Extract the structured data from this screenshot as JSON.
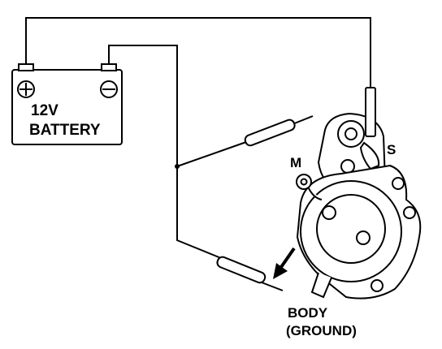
{
  "battery": {
    "label_line1": "12V",
    "label_line2": "BATTERY",
    "positive_symbol": "+",
    "negative_symbol": "−"
  },
  "starter": {
    "terminal_m_label": "M",
    "terminal_s_label": "S"
  },
  "ground": {
    "label_line1": "BODY",
    "label_line2": "(GROUND)"
  },
  "colors": {
    "ink": "#000000",
    "background": "#ffffff"
  }
}
